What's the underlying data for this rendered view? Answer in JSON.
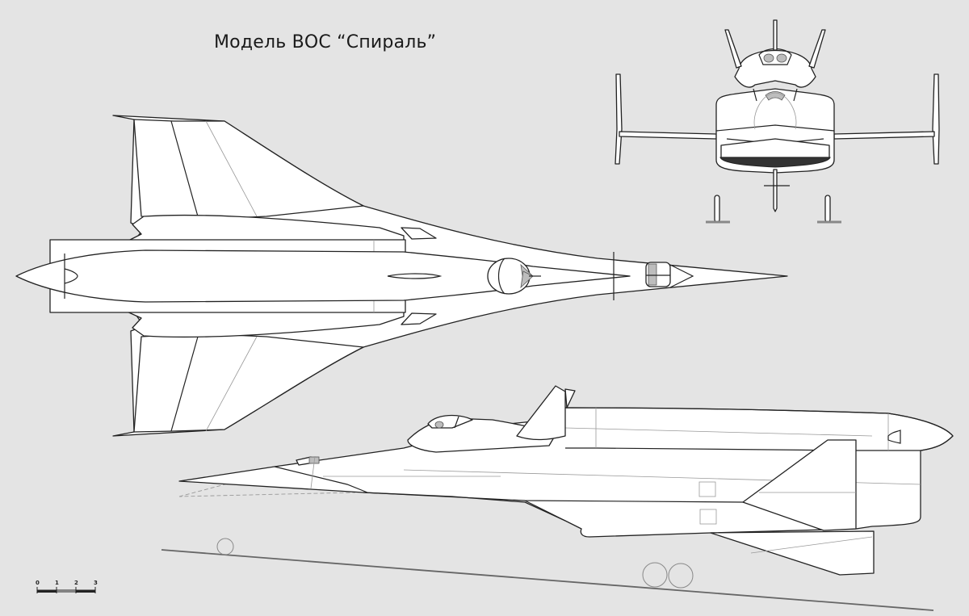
{
  "title": "Модель ВОС “Спираль”",
  "views": {
    "top": "top-view",
    "front": "front-view",
    "side": "side-view"
  },
  "scale_bar": {
    "labels": [
      "0",
      "1",
      "2",
      "3"
    ]
  },
  "colors": {
    "background": "#e4e4e4",
    "fill": "#ffffff",
    "outline": "#222222",
    "detail": "#999999",
    "canopy": "#bdbdbd"
  }
}
